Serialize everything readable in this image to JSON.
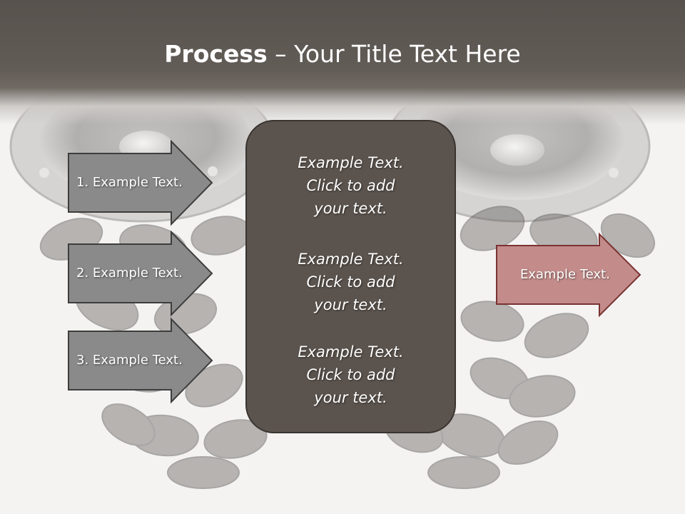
{
  "slide": {
    "title_bold": "Process",
    "title_rest": " – Your Title Text Here"
  },
  "left_arrows": [
    {
      "label": "1. Example Text."
    },
    {
      "label": "2. Example Text."
    },
    {
      "label": "3. Example Text."
    }
  ],
  "center_box": {
    "blocks": [
      {
        "lines": [
          "Example Text.",
          "Click  to add",
          "your text."
        ]
      },
      {
        "lines": [
          "Example Text.",
          "Click  to add",
          "your text."
        ]
      },
      {
        "lines": [
          "Example Text.",
          "Click  to add",
          "your text."
        ]
      }
    ]
  },
  "right_arrow": {
    "label": "Example Text."
  },
  "colors": {
    "title_band": "#57524d",
    "left_arrow_fill": "#8a8a8a",
    "center_box_fill": "#5b534d",
    "right_arrow_fill": "#c38c8a",
    "right_arrow_border": "#7a3232"
  }
}
